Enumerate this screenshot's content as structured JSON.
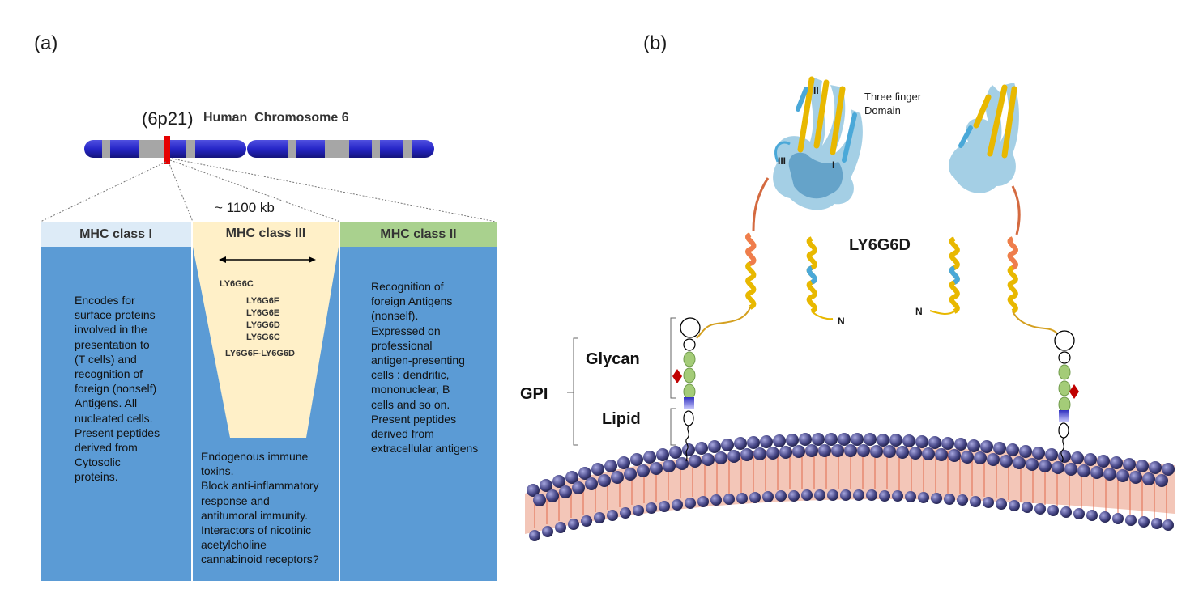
{
  "panels": {
    "a": {
      "label": "(a)"
    },
    "b": {
      "label": "(b)"
    }
  },
  "chromosome": {
    "locus": "(6p21)",
    "title": "Human  Chromosome 6",
    "region_size": "~ 1100 kb"
  },
  "mhc_columns": [
    {
      "header": "MHC class I",
      "header_color": "#ddebf7",
      "lines": [
        "Encodes for",
        "surface proteins",
        "involved in the",
        "presentation to",
        "(T cells) and",
        "recognition of",
        "foreign (nonself)",
        "Antigens. All",
        "nucleated cells.",
        "Present peptides",
        "derived from",
        "Cytosolic",
        "proteins."
      ]
    },
    {
      "header": "MHC class III",
      "header_color": "#fff0c8",
      "genes": [
        "LY6G6C",
        "LY6G6F",
        "LY6G6E",
        "LY6G6D",
        "LY6G6C",
        "LY6G6F-LY6G6D"
      ],
      "lines": [
        "Endogenous immune",
        "toxins.",
        "Block anti-inflammatory",
        "response and",
        "antitumoral immunity.",
        "Interactors of nicotinic",
        "acetylcholine",
        "cannabinoid receptors?"
      ]
    },
    {
      "header": "MHC class II",
      "header_color": "#a9d18e",
      "lines": [
        "Recognition of",
        "foreign Antigens",
        "(nonself).",
        "Expressed on",
        "professional",
        "antigen-presenting",
        "cells : dendritic,",
        "mononuclear, B",
        "cells and so on.",
        "Present peptides",
        "derived from",
        "extracellular antigens"
      ]
    }
  ],
  "structure": {
    "domain_label_line1": "Three finger",
    "domain_label_line2": "Domain",
    "protein_name": "LY6G6D",
    "loop_labels": [
      "II",
      "III",
      "I"
    ],
    "terminus": "N",
    "gpi": "GPI",
    "glycan": "Glycan",
    "lipid": "Lipid"
  },
  "colors": {
    "chromosome": "#2626c8",
    "locus_marker": "#e60000",
    "helix_yellow": "#e8b800",
    "helix_orange": "#ef7d4d",
    "sheet_blue": "#4aa8d8",
    "glycan_green": "#a4cc78",
    "phosphate_red": "#c00000",
    "lipid_head": "#7070b0",
    "lipid_tail": "#e06040"
  }
}
